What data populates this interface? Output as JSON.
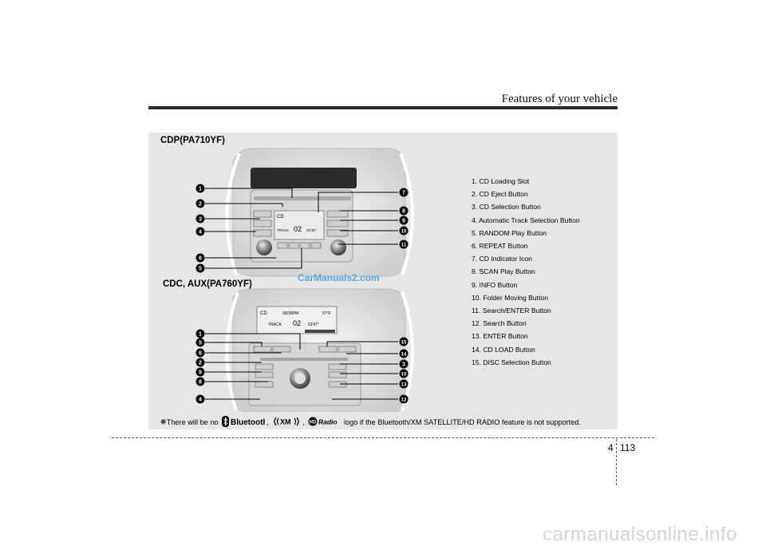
{
  "header": {
    "section_title": "Features of your vehicle"
  },
  "figure": {
    "section1_title": "CDP(PA710YF)",
    "section2_title": "CDC, AUX(PA760YF)",
    "watermark": "CarManuals2.com",
    "cdp_callouts": [
      "1",
      "2",
      "3",
      "4",
      "6",
      "5",
      "7",
      "8",
      "9",
      "10",
      "11"
    ],
    "cdc_callouts": [
      "1",
      "5",
      "6",
      "2",
      "9",
      "8",
      "4",
      "15",
      "14",
      "3",
      "10",
      "13",
      "12"
    ],
    "cdp_display": {
      "mode": "CD",
      "track_label": "TRACK",
      "track": "02",
      "time": "01'30\""
    },
    "cdc_display": {
      "mode": "CD",
      "clock": "05/35PM",
      "temp": "57°F",
      "track_label": "TRACK",
      "track": "02",
      "time": "03'47\""
    },
    "items": [
      "1. CD Loading Slot",
      "2. CD Eject Button",
      "3. CD Selection Button",
      "4. Automatic Track Selection Button",
      "5. RANDOM Play Button",
      "6. REPEAT Button",
      "7. CD Indicator Icon",
      "8. SCAN Play Button",
      "9. INFO Button",
      "10. Folder Moving Button",
      "11. Search/ENTER Button",
      "12. Search Button",
      "13. ENTER Button",
      "14. CD LOAD Button",
      "15. DISC Selection Button"
    ],
    "footnote": {
      "mark": "❋",
      "prefix": "There will be no",
      "logo_bluetooth": "Bluetooth",
      "logo_xm": "XM",
      "logo_hd": "Radio",
      "suffix": "logo if the Bluetooth/XM SATELLITE/HD RADIO feature is not supported."
    }
  },
  "footer": {
    "chapter": "4",
    "page": "113"
  },
  "bottom_watermark": "carmanualsonline.info"
}
